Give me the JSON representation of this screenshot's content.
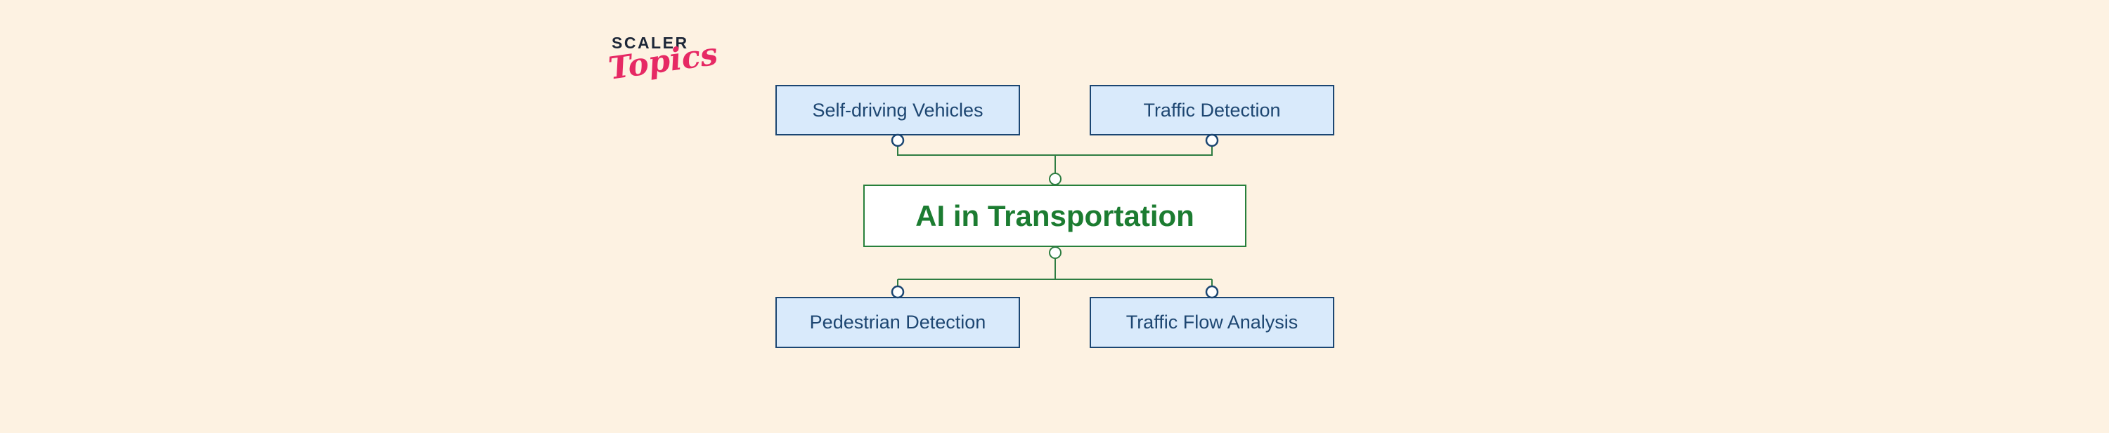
{
  "page": {
    "background_color": "#fdf2e2"
  },
  "logo": {
    "brand": "SCALER",
    "subbrand": "Topics",
    "brand_color": "#1c2637",
    "subbrand_color": "#e62964"
  },
  "diagram": {
    "type": "flowchart",
    "root": {
      "label": "AI in Transportation"
    },
    "top_nodes": [
      {
        "label": "Self-driving Vehicles"
      },
      {
        "label": "Traffic Detection"
      }
    ],
    "bottom_nodes": [
      {
        "label": "Pedestrian Detection"
      },
      {
        "label": "Traffic Flow Analysis"
      }
    ],
    "colors": {
      "leaf_fill": "#d9eafb",
      "leaf_border": "#1b4672",
      "leaf_text": "#1d4671",
      "root_fill": "#ffffff",
      "root_border": "#27803b",
      "root_text": "#1c7c31",
      "connector": "#2e7d42",
      "port_fill": "#ffffff"
    }
  }
}
